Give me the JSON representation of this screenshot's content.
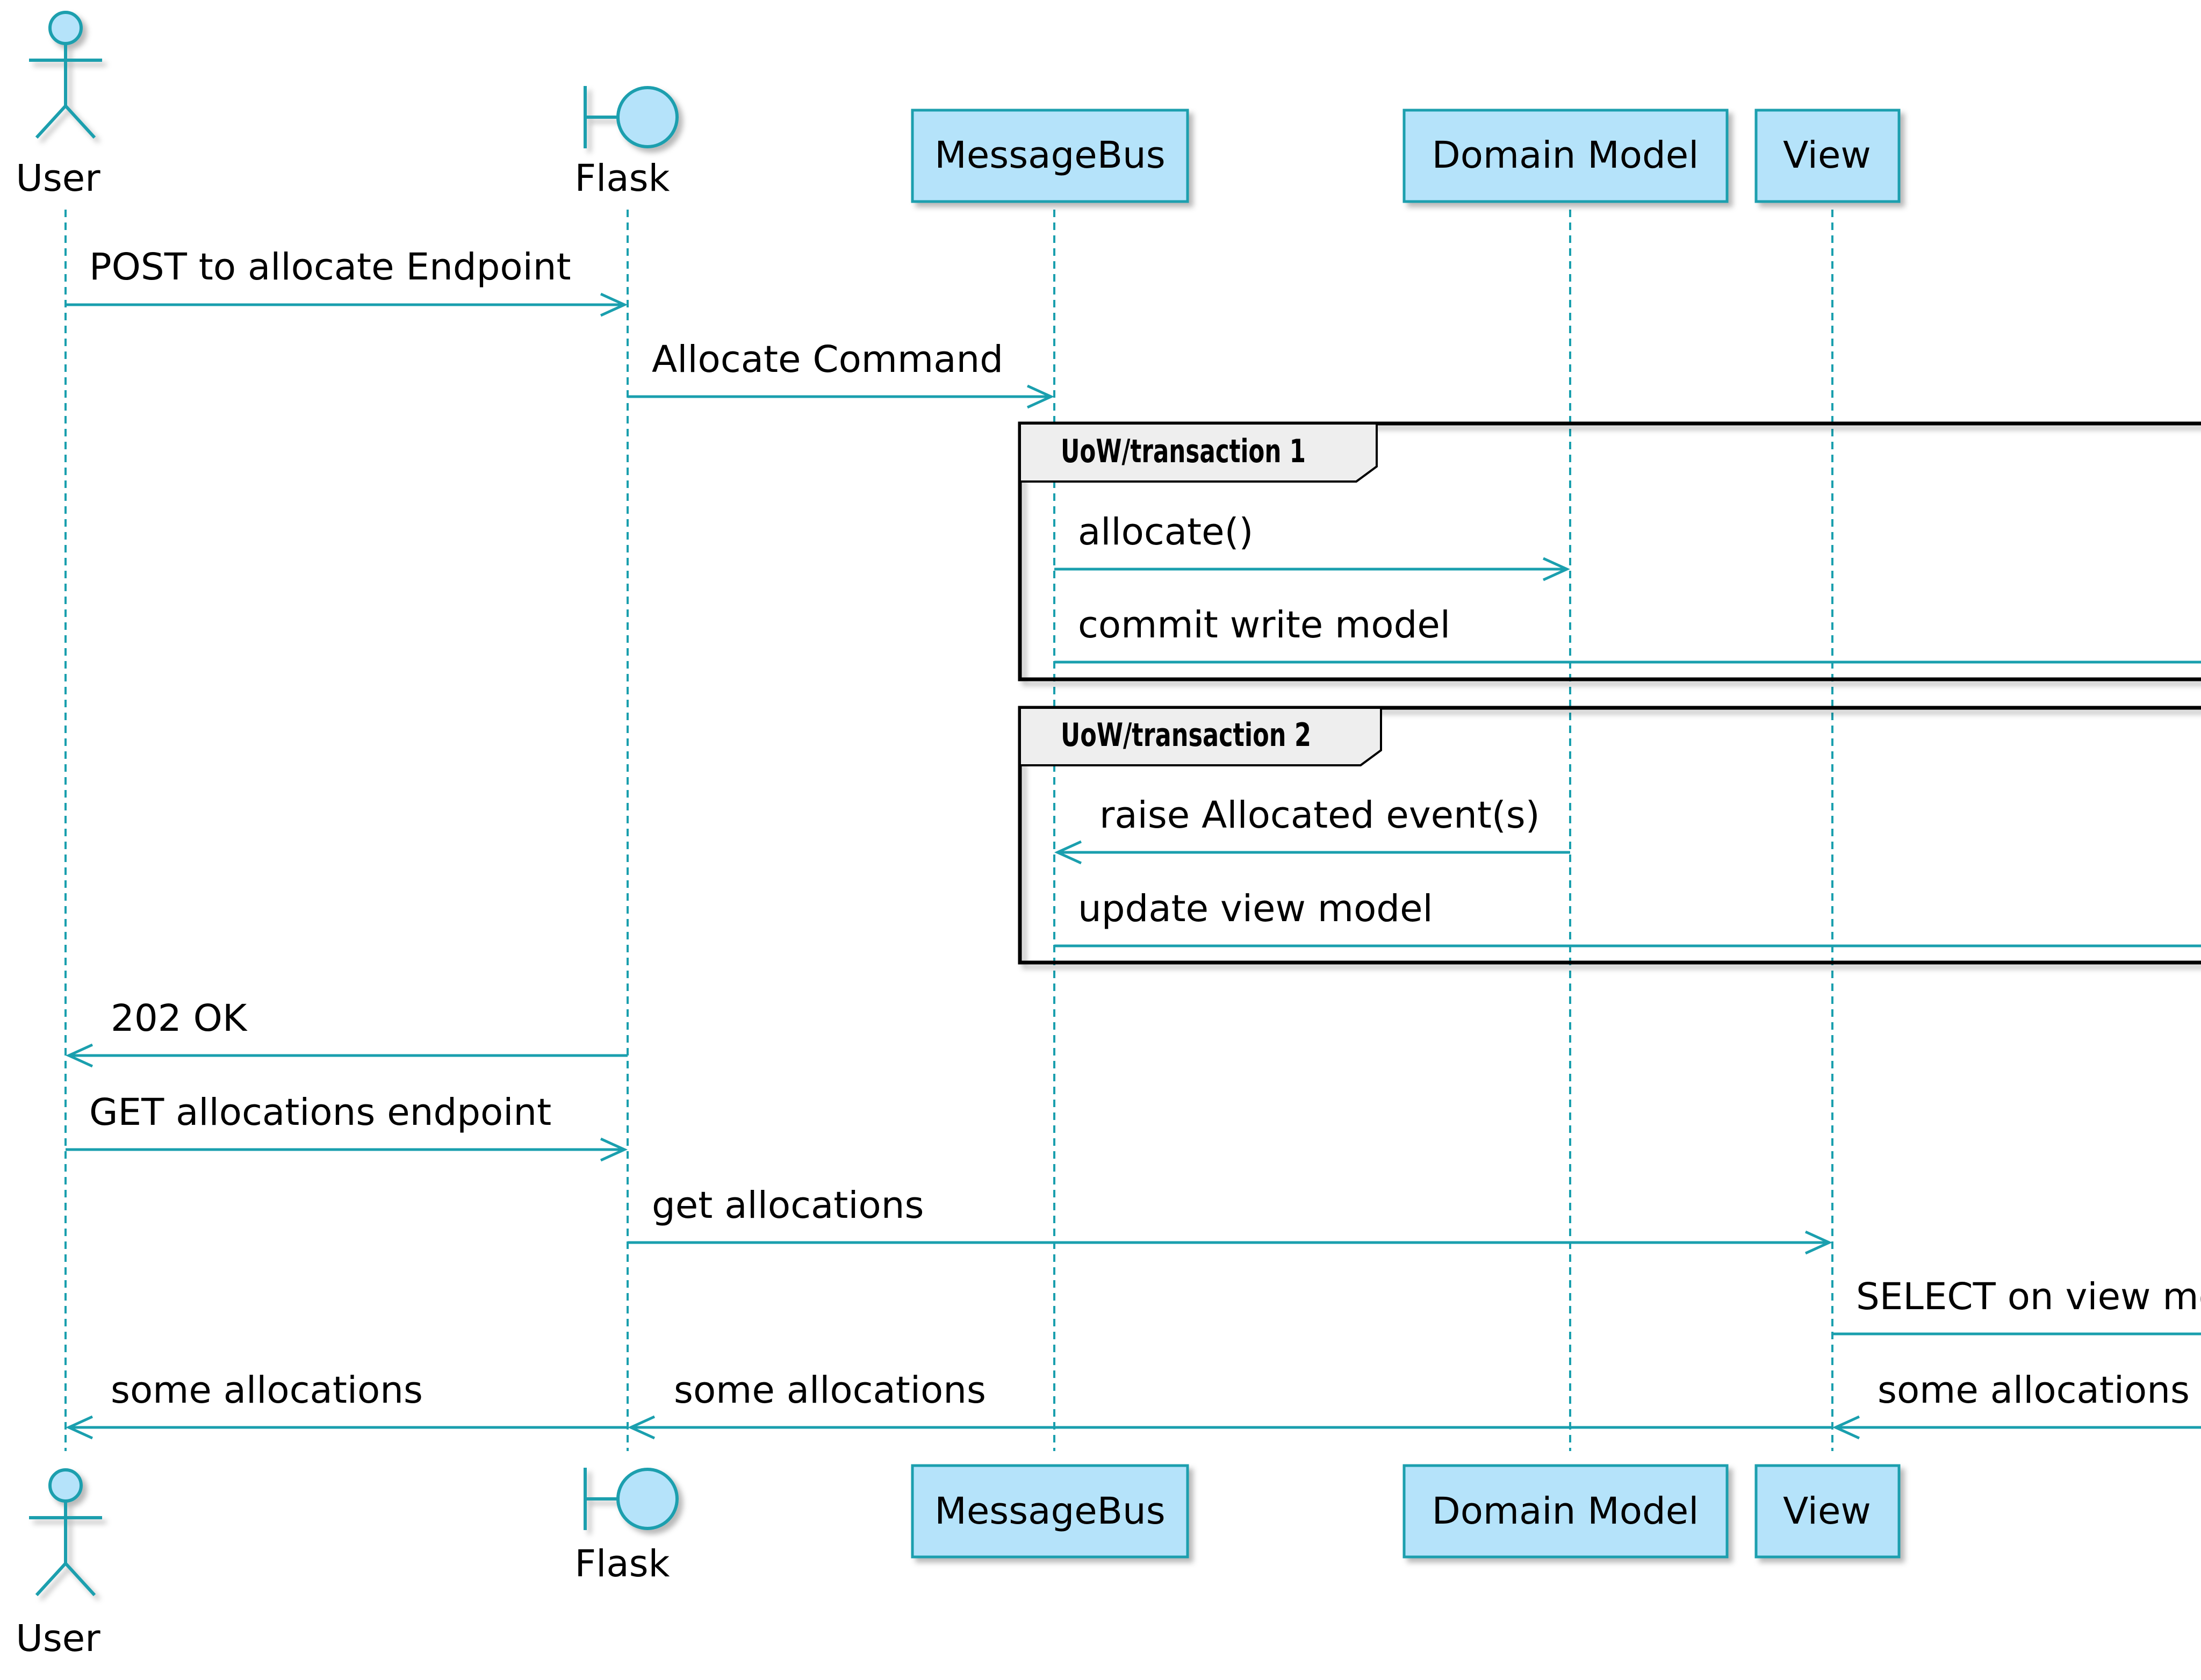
{
  "colors": {
    "stroke": "#1a9fae",
    "fill": "#b5e3fa",
    "frame_border": "#000000",
    "frame_tab": "#eeeeee",
    "text": "#000000"
  },
  "participants": [
    {
      "id": "user",
      "label": "User",
      "kind": "actor"
    },
    {
      "id": "flask",
      "label": "Flask",
      "kind": "boundary"
    },
    {
      "id": "bus",
      "label": "MessageBus",
      "kind": "participant"
    },
    {
      "id": "domain",
      "label": "Domain Model",
      "kind": "participant"
    },
    {
      "id": "view",
      "label": "View",
      "kind": "participant"
    }
  ],
  "frames": [
    {
      "label": "UoW/transaction 1"
    },
    {
      "label": "UoW/transaction 2"
    }
  ],
  "messages": [
    {
      "from": "user",
      "to": "flask",
      "label": "POST to allocate Endpoint"
    },
    {
      "from": "flask",
      "to": "bus",
      "label": "Allocate Command"
    },
    {
      "from": "bus",
      "to": "domain",
      "label": "allocate()"
    },
    {
      "from": "bus",
      "to": "offscreen",
      "label": "commit write model"
    },
    {
      "from": "domain",
      "to": "bus",
      "label": "raise Allocated event(s)"
    },
    {
      "from": "bus",
      "to": "offscreen",
      "label": "update view model"
    },
    {
      "from": "flask",
      "to": "user",
      "label": "202 OK"
    },
    {
      "from": "user",
      "to": "flask",
      "label": "GET allocations endpoint"
    },
    {
      "from": "flask",
      "to": "view",
      "label": "get allocations"
    },
    {
      "from": "view",
      "to": "offscreen",
      "label": "SELECT on view model"
    },
    {
      "from": "offscreen",
      "to": "view",
      "label": "some allocations"
    },
    {
      "from": "view",
      "to": "flask",
      "label": "some allocations"
    },
    {
      "from": "flask",
      "to": "user",
      "label": "some allocations"
    }
  ]
}
